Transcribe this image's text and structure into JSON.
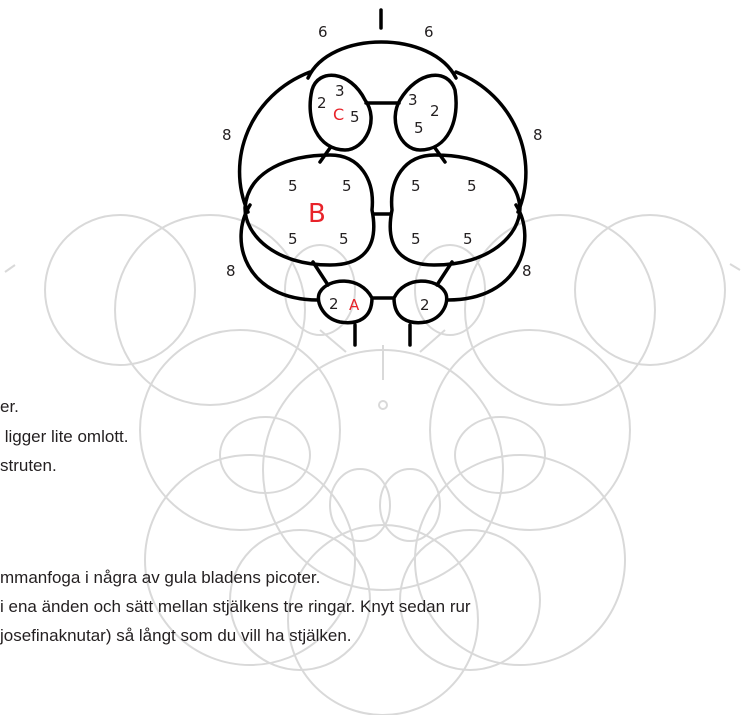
{
  "colors": {
    "ink": "#000000",
    "label": "#231f20",
    "accent": "#e8232a",
    "watermark": "#d9d9d9"
  },
  "diagram": {
    "ring_labels": {
      "A": "A",
      "B": "B",
      "C": "C"
    },
    "stitch_counts": {
      "top_left": "6",
      "top_right": "6",
      "upper_left": "8",
      "upper_right": "8",
      "lower_left": "8",
      "lower_right": "8",
      "c_left_a": "2",
      "c_left_b": "3",
      "c_left_c": "5",
      "c_right_a": "3",
      "c_right_b": "2",
      "c_right_c": "5",
      "b_left_tl": "5",
      "b_left_tr": "5",
      "b_left_bl": "5",
      "b_left_br": "5",
      "b_right_tl": "5",
      "b_right_tr": "5",
      "b_right_bl": "5",
      "b_right_br": "5",
      "a_left": "2",
      "a_right": "2"
    }
  },
  "instructions": {
    "line1": "er.",
    "line2": " ligger lite omlott.",
    "line3": "struten.",
    "line4": "mmanfoga i några av gula bladens picoter.",
    "line5": "i ena änden och sätt mellan stjälkens tre ringar. Knyt sedan rur",
    "line6": "josefinaknutar) så långt som du vill ha stjälken."
  }
}
